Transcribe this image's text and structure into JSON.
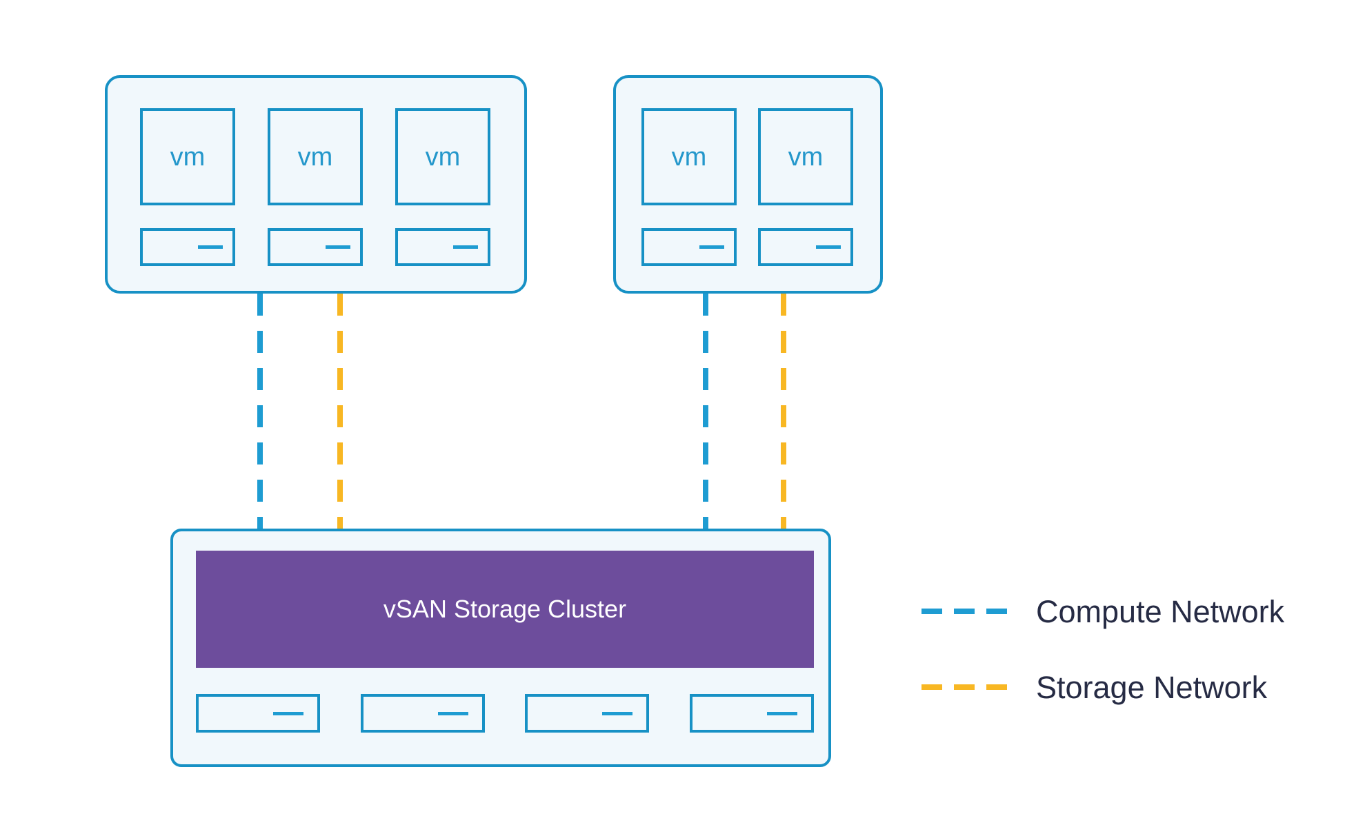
{
  "colors": {
    "box_border_blue": "#1791C5",
    "compute_network_blue": "#1E9CD2",
    "storage_network_yellow": "#F8B723",
    "storage_cluster_purple": "#6D4D9C",
    "legend_text_navy": "#262B44",
    "panel_fill_light_blue": "#F1F8FC"
  },
  "hosts": [
    {
      "name": "host-1",
      "vms": [
        {
          "label": "vm"
        },
        {
          "label": "vm"
        },
        {
          "label": "vm"
        }
      ],
      "nic_count": 3
    },
    {
      "name": "host-2",
      "vms": [
        {
          "label": "vm"
        },
        {
          "label": "vm"
        }
      ],
      "nic_count": 2
    }
  ],
  "storage_cluster": {
    "label": "vSAN Storage Cluster",
    "nic_count": 4
  },
  "connections": [
    {
      "from": "host-1",
      "to": "storage-cluster",
      "network": "compute"
    },
    {
      "from": "host-1",
      "to": "storage-cluster",
      "network": "storage"
    },
    {
      "from": "host-2",
      "to": "storage-cluster",
      "network": "compute"
    },
    {
      "from": "host-2",
      "to": "storage-cluster",
      "network": "storage"
    }
  ],
  "legend": {
    "items": [
      {
        "label": "Compute Network",
        "network": "compute",
        "color": "#1E9CD2"
      },
      {
        "label": "Storage Network",
        "network": "storage",
        "color": "#F8B723"
      }
    ]
  }
}
